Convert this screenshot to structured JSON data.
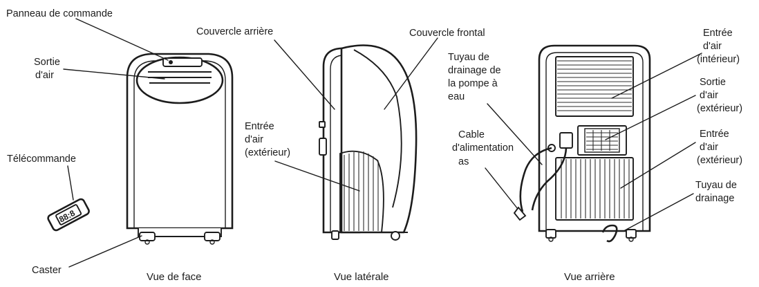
{
  "labels": {
    "front": {
      "panneau": "Panneau de commande",
      "sortie_1": "Sortie",
      "sortie_2": "d'air",
      "telecommande": "Télécommande",
      "caster": "Caster",
      "caption": "Vue de face"
    },
    "side": {
      "couvercle_arriere": "Couvercle arrière",
      "couvercle_frontal": "Couvercle frontal",
      "entree_1": "Entrée",
      "entree_2": "d'air",
      "entree_3": "(extérieur)",
      "caption": "Vue latérale"
    },
    "middle": {
      "tuyau_1": "Tuyau de",
      "tuyau_2": "drainage de",
      "tuyau_3": "la pompe à",
      "tuyau_4": "eau",
      "cable_1": "Cable",
      "cable_2": "d'alimentation",
      "cable_3": "as"
    },
    "back": {
      "entree_int_1": "Entrée",
      "entree_int_2": "d'air",
      "entree_int_3": "(intérieur)",
      "sortie_ext_1": "Sortie",
      "sortie_ext_2": "d'air",
      "sortie_ext_3": "(extérieur)",
      "entree_ext_1": "Entrée",
      "entree_ext_2": "d'air",
      "entree_ext_3": "(extérieur)",
      "tuyau_1": "Tuyau de",
      "tuyau_2": "drainage",
      "caption": "Vue arrière"
    }
  },
  "remote_display": "88:8"
}
